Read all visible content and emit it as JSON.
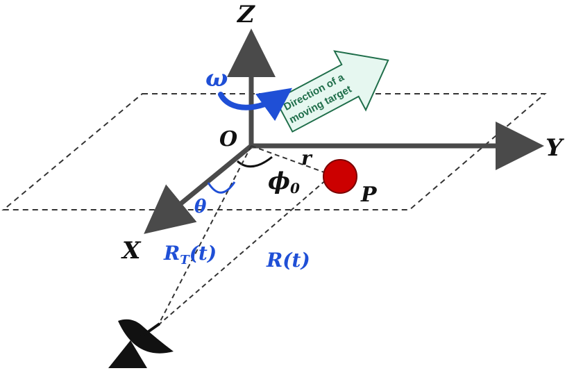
{
  "axes": {
    "x_label": "X",
    "y_label": "Y",
    "z_label": "Z",
    "origin_label": "O"
  },
  "symbols": {
    "omega": "ω",
    "theta": "θ",
    "phi": "ϕ",
    "phi_subscript": "0",
    "r": "r",
    "point": "P",
    "r_t_main": "R",
    "r_t_sub": "T",
    "r_t_arg": "(t)",
    "r_main": "R",
    "r_arg": "(t)"
  },
  "target_arrow": {
    "line1": "Direction of a",
    "line2": "moving target"
  },
  "colors": {
    "axis": "#4a4a4a",
    "plane": "#333333",
    "blue": "#1f4fd6",
    "target": "#cc0000",
    "arrow_fill": "#e6f7f0",
    "arrow_stroke": "#1f6e4a",
    "arrow_text": "#1f6e4a",
    "antenna": "#111111"
  }
}
